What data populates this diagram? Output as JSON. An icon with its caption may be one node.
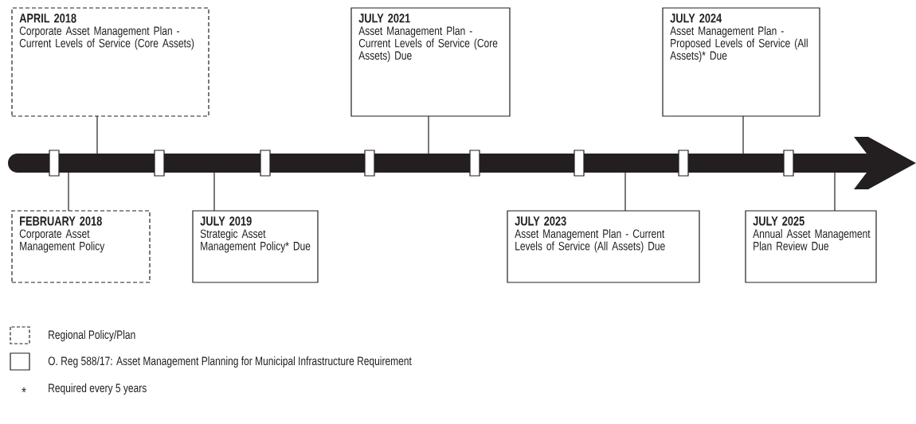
{
  "diagram": {
    "nodes": [
      {
        "text": [
          "FEBRUARY 2018",
          "Corporate Asset Management Policy"
        ]
      },
      {
        "text": [
          "APRIL 2018",
          "Corporate Asset Management Plan - Current Levels of Service (Core Assets)"
        ]
      },
      {
        "text": [
          "JULY 2019",
          "Strategic Asset Management Policy* Due"
        ]
      },
      {
        "text": [
          "JULY 2021",
          "Asset Management Plan - Current Levels of Service (Core Assets) Due"
        ]
      },
      {
        "text": [
          "JULY 2023",
          "Asset Management Plan - Current Levels of Service (All Assets) Due"
        ]
      },
      {
        "text": [
          "JULY 2024",
          "Asset Management Plan - Proposed Levels of Service (All Assets)* Due"
        ]
      },
      {
        "text": [
          "JULY 2025",
          "Annual Asset Management Plan Review Due"
        ]
      },
      {
        "text": [],
        "shape": "arrow"
      }
    ],
    "edges": [
      {
        "from": 0,
        "to": 7,
        "arrow": "none"
      },
      {
        "from": 1,
        "to": 7,
        "arrow": "none"
      },
      {
        "from": 2,
        "to": 7,
        "arrow": "none"
      },
      {
        "from": 3,
        "to": 7,
        "arrow": "none"
      },
      {
        "from": 4,
        "to": 7,
        "arrow": "none"
      },
      {
        "from": 5,
        "to": 7,
        "arrow": "none"
      },
      {
        "from": 6,
        "to": 7,
        "arrow": "none"
      }
    ],
    "labels": [
      "*"
    ],
    "legend": [
      {
        "text": "Regional Policy/Plan"
      },
      {
        "text": "O. Reg 588/17: Asset Management Planning for Municipal Infrastructure Requirement"
      },
      {
        "text": "Required every 5 years"
      }
    ]
  }
}
